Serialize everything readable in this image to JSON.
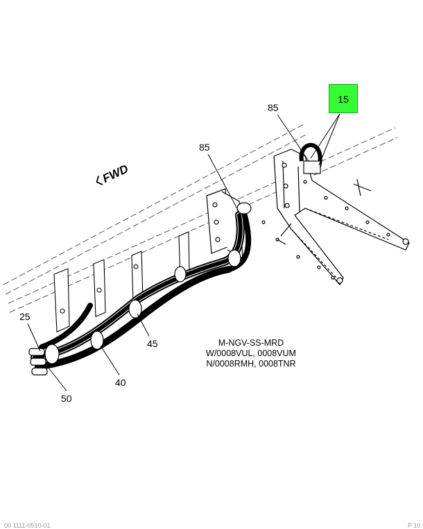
{
  "direction": {
    "label": "FWD",
    "arrow_icon": "forward-arrow-icon"
  },
  "callouts": {
    "c15": "15",
    "c85a": "85",
    "c85b": "85",
    "c25": "25",
    "c45": "45",
    "c40": "40",
    "c50": "50"
  },
  "note_lines": [
    "M-NGV-SS-MRD",
    "W/0008VUL, 0008VUM",
    "N/0008RMH, 0008TNR"
  ],
  "footer": {
    "left": "00 1111-0510-01",
    "right": "P 10"
  },
  "highlight_color": "#33ff33"
}
